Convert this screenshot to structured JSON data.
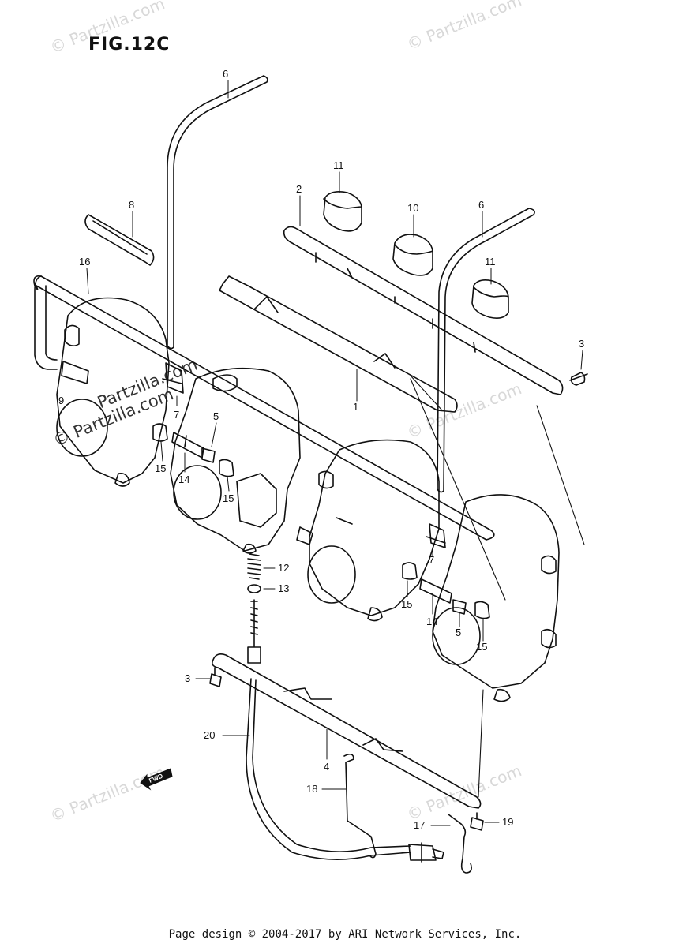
{
  "figure_title": "FIG.12C",
  "footer": "Page design © 2004-2017 by ARI Network Services, Inc.",
  "watermark_text": "© Partzilla.com",
  "watermark_dark_1": "Partzilla.com",
  "watermark_dark_2": "© Partzilla.com",
  "fwd_label": "FWD",
  "callouts": {
    "c6a": "6",
    "c8": "8",
    "c16": "16",
    "c9": "9",
    "c7a": "7",
    "c5a": "5",
    "c15a": "15",
    "c14a": "14",
    "c15b": "15",
    "c11a": "11",
    "c2": "2",
    "c10": "10",
    "c6b": "6",
    "c11b": "11",
    "c3a": "3",
    "c1": "1",
    "c12": "12",
    "c13": "13",
    "c7b": "7",
    "c15c": "15",
    "c14b": "14",
    "c5b": "5",
    "c15d": "15",
    "c3b": "3",
    "c20": "20",
    "c4": "4",
    "c18": "18",
    "c17": "17",
    "c19": "19"
  },
  "colors": {
    "line": "#111111",
    "watermark": "#d8d8d8"
  }
}
